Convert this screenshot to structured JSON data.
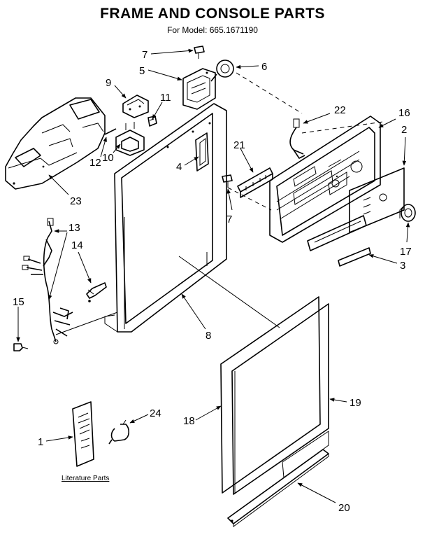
{
  "header": {
    "title": "FRAME AND CONSOLE PARTS",
    "subtitle": "For Model: 665.1671190"
  },
  "callouts": {
    "c1": "1",
    "c2": "2",
    "c3": "3",
    "c4": "4",
    "c5": "5",
    "c6": "6",
    "c7a": "7",
    "c7b": "7",
    "c8": "8",
    "c9": "9",
    "c10": "10",
    "c11": "11",
    "c12": "12",
    "c13": "13",
    "c14": "14",
    "c15": "15",
    "c16": "16",
    "c17": "17",
    "c18": "18",
    "c19": "19",
    "c20": "20",
    "c21": "21",
    "c22": "22",
    "c23": "23",
    "c24": "24"
  },
  "literature_label": "Literature Parts"
}
